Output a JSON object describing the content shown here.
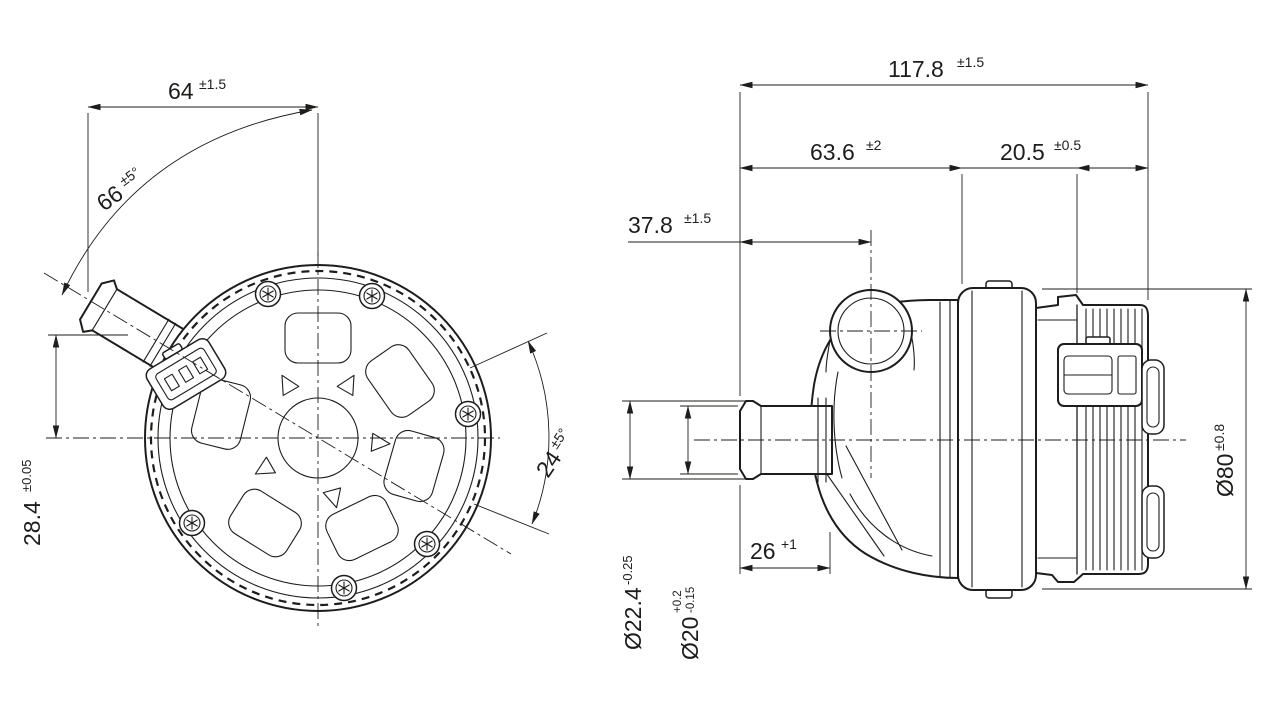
{
  "drawing": {
    "background": "#ffffff",
    "line_color": "#1d1d1b",
    "dims": {
      "d64": {
        "value": "64",
        "tol": "±1.5"
      },
      "a66": {
        "value": "66",
        "tol": "±5°"
      },
      "d284": {
        "value": "28.4",
        "tol": "±0.05"
      },
      "a24": {
        "value": "24",
        "tol": "±5°"
      },
      "d1178": {
        "value": "117.8",
        "tol": "±1.5"
      },
      "d636": {
        "value": "63.6",
        "tol": "±2"
      },
      "d205": {
        "value": "20.5",
        "tol": "±0.5"
      },
      "d378": {
        "value": "37.8",
        "tol": "±1.5"
      },
      "d26": {
        "value": "26",
        "tol": "+1"
      },
      "d80": {
        "value": "Ø80",
        "tol": "±0.8"
      },
      "d224": {
        "value": "Ø22.4",
        "tol": "-0.25"
      },
      "d20": {
        "value": "Ø20",
        "tol_upper": "+0.2",
        "tol_lower": "-0.15"
      }
    }
  }
}
